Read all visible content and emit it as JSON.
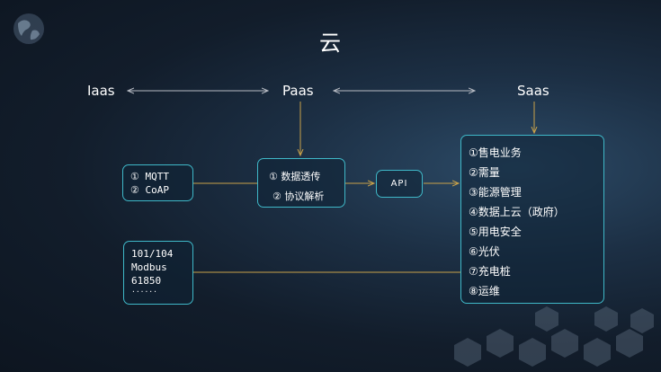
{
  "title": "云",
  "layers": {
    "iaas": "Iaas",
    "paas": "Paas",
    "saas": "Saas"
  },
  "device_box": {
    "lines": [
      "① MQTT",
      "② CoAP"
    ]
  },
  "paas_box": {
    "lines": [
      "①  数据透传",
      "② 协议解析"
    ]
  },
  "api_box": {
    "label": "API"
  },
  "protocol_box": {
    "lines": [
      "101/104",
      "Modbus",
      "61850",
      "......"
    ]
  },
  "saas_box": {
    "lines": [
      "①售电业务",
      "②需量",
      "③能源管理",
      "④数据上云（政府）",
      "⑤用电安全",
      "⑥光伏",
      "⑦充电桩",
      "⑧运维"
    ]
  },
  "colors": {
    "accent_line": "#c9a24a",
    "box_border": "#3fb8c8",
    "arrow_gray": "#b8bcc4"
  },
  "icons": [
    "globe-icon",
    "hexagon-pattern-icon"
  ]
}
